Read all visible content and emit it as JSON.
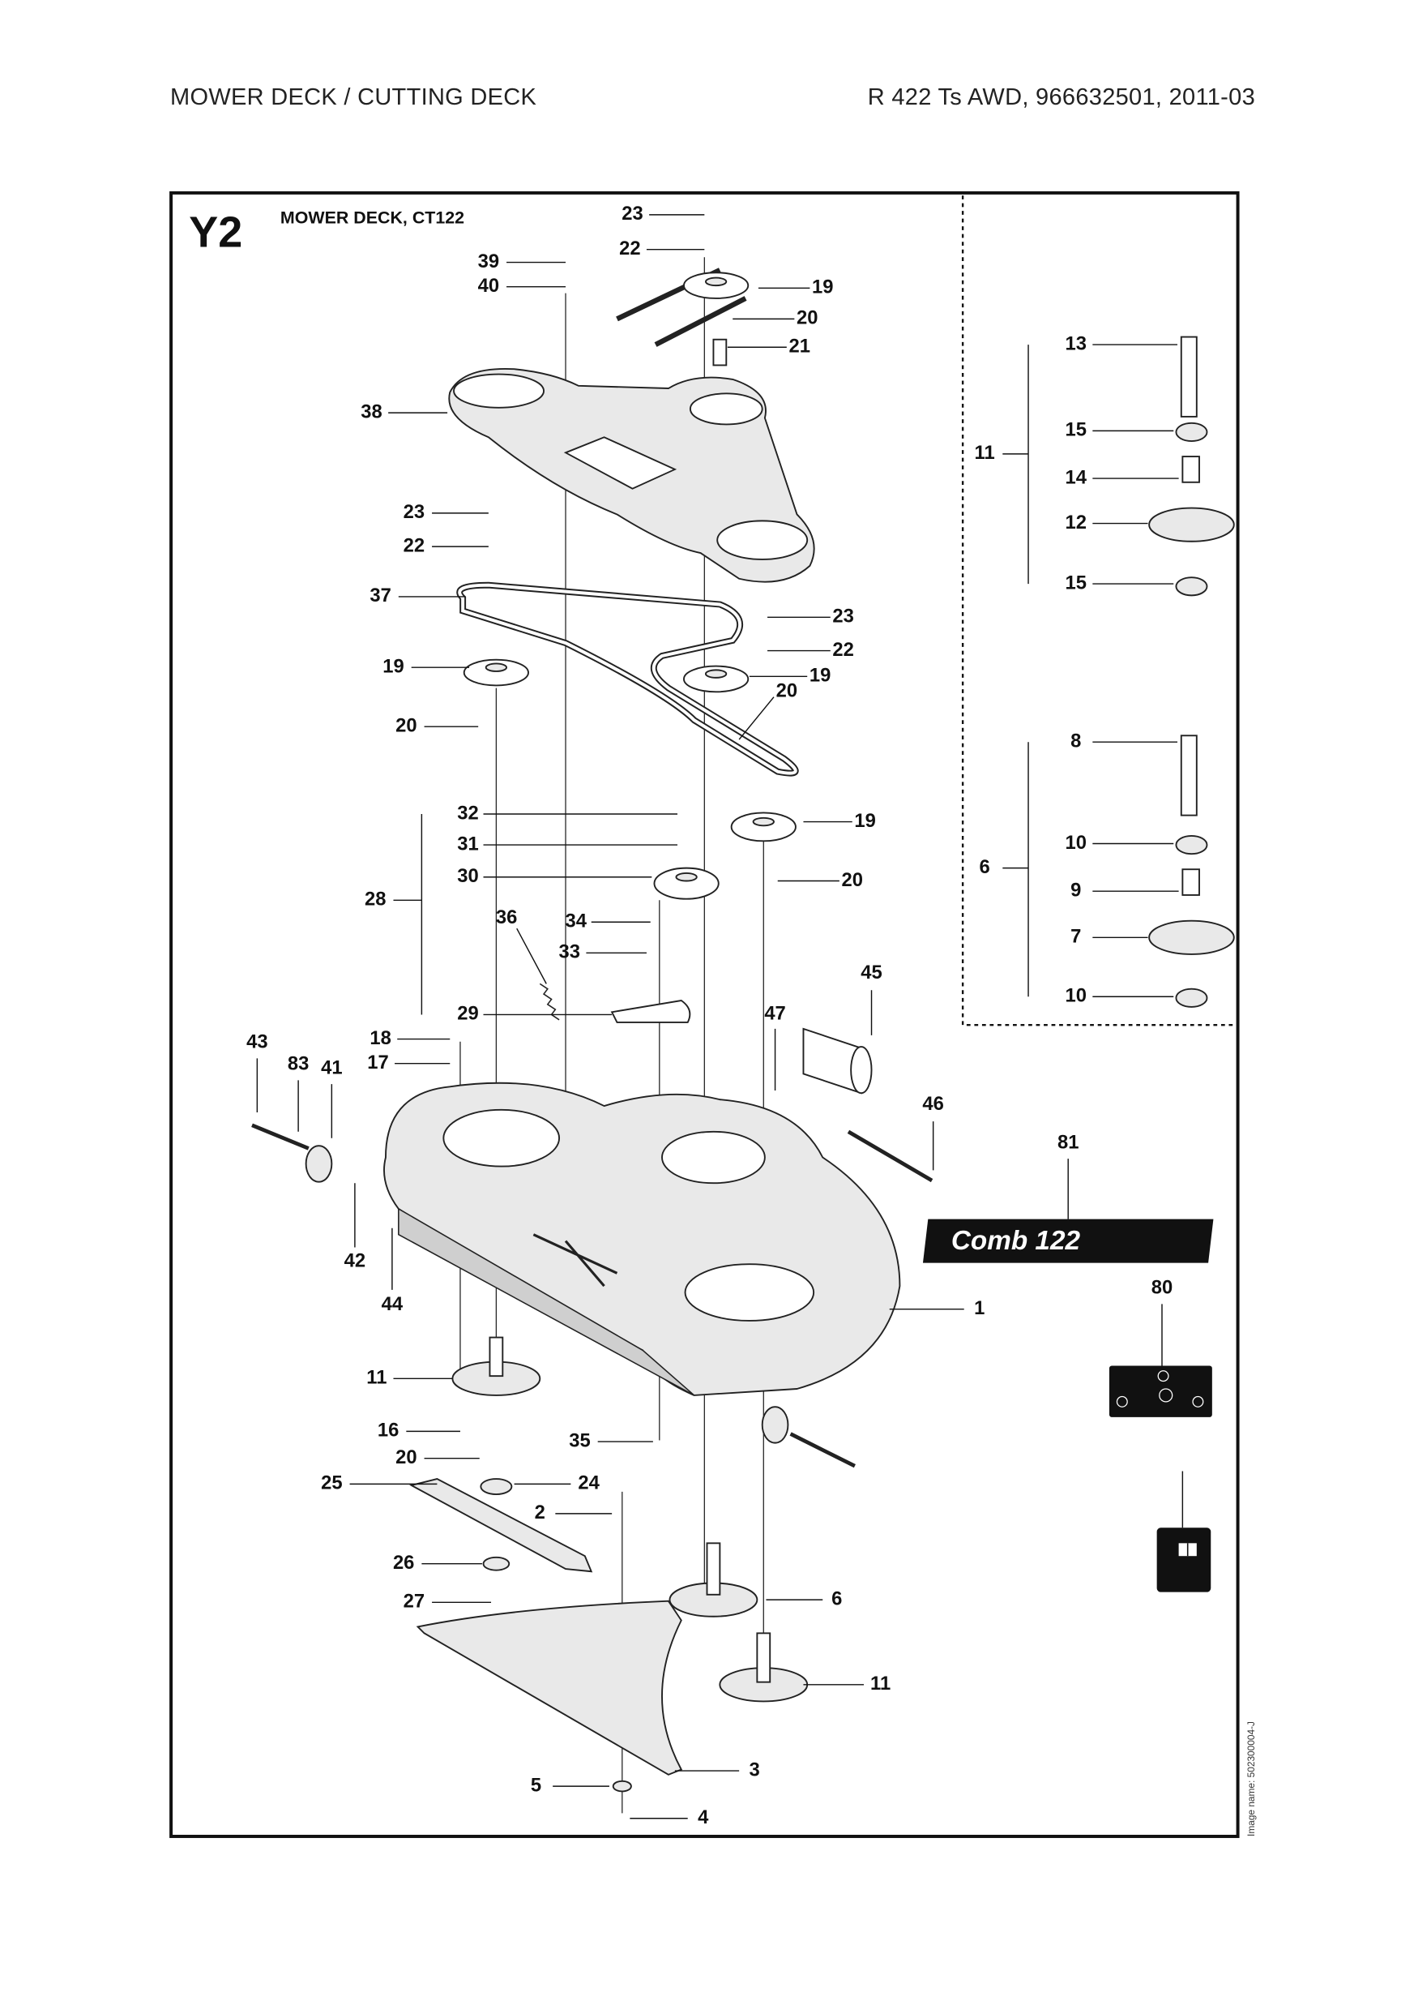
{
  "header": {
    "left": "MOWER DECK / CUTTING DECK",
    "right": "R 422 Ts AWD, 966632501, 2011-03"
  },
  "diagram": {
    "section_code": "Y2",
    "title": "MOWER DECK, CT122",
    "image_name": "Image name: 502300004-J",
    "decal_text": "Comb 122"
  },
  "callouts": [
    "23",
    "22",
    "39",
    "40",
    "19",
    "20",
    "21",
    "38",
    "23",
    "22",
    "37",
    "23",
    "22",
    "19",
    "19",
    "20",
    "20",
    "32",
    "31",
    "30",
    "28",
    "19",
    "20",
    "36",
    "34",
    "33",
    "29",
    "45",
    "47",
    "43",
    "83",
    "41",
    "18",
    "17",
    "46",
    "81",
    "80",
    "1",
    "42",
    "44",
    "11",
    "16",
    "35",
    "20",
    "25",
    "24",
    "2",
    "26",
    "6",
    "27",
    "11",
    "3",
    "5",
    "4",
    "13",
    "15",
    "11",
    "14",
    "12",
    "15",
    "8",
    "10",
    "6",
    "9",
    "7",
    "10"
  ]
}
